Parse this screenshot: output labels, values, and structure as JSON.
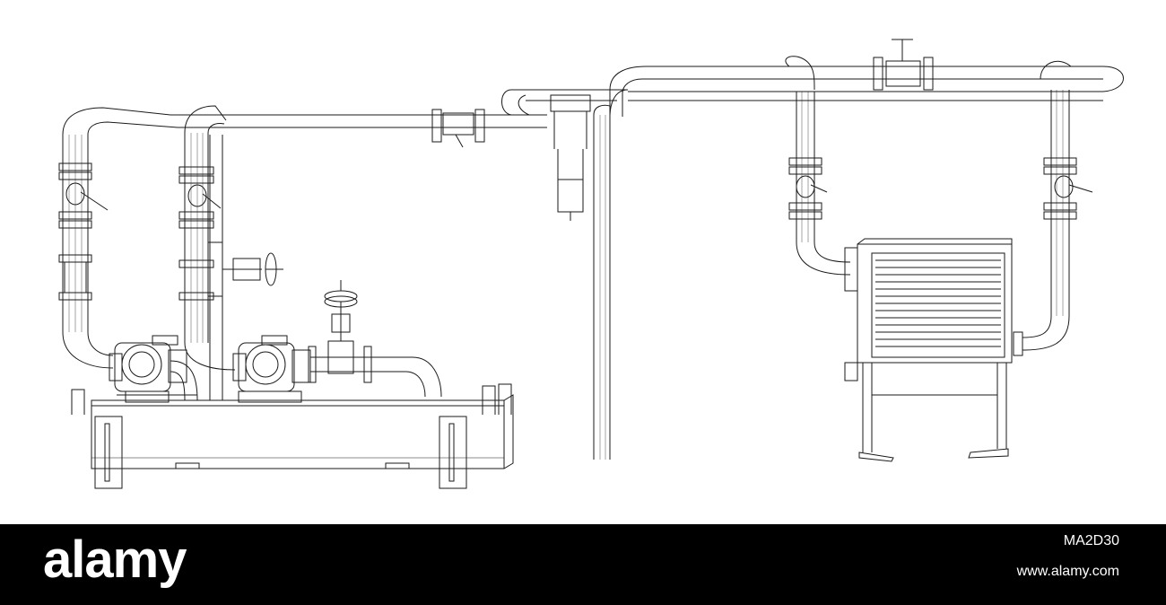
{
  "drawing": {
    "subject": "wireframe industrial piping with pumps, valves and heat exchanger",
    "stroke_color": "#1a1a1a",
    "background": "#ffffff"
  },
  "footer": {
    "background": "#000000",
    "brand": "alamy",
    "image_id": "MA2D30",
    "url": "www.alamy.com"
  }
}
